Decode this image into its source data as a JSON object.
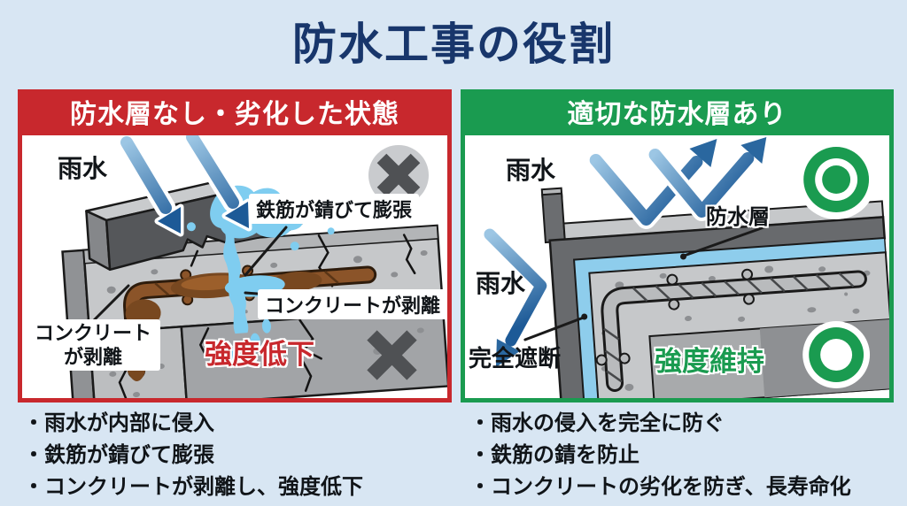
{
  "title": "防水工事の役割",
  "colors": {
    "background": "#d8e6f3",
    "title_navy": "#18366b",
    "bad_red": "#c8282d",
    "good_green": "#1a9b50",
    "water_blue": "#7fcdf0",
    "arrow_blue": "#1d5a97",
    "rust_brown": "#8b5429"
  },
  "left_panel": {
    "header": "防水層なし・劣化した状態",
    "labels": {
      "rain": "雨水",
      "rebar_rust": "鉄筋が錆びて膨張",
      "spall_right": "コンクリートが剥離",
      "spall_left_line1": "コンクリート",
      "spall_left_line2": "が剥離",
      "strength": "強度低下"
    },
    "icons": {
      "top_right": "x-circle-icon",
      "bottom_right": "x-icon"
    },
    "bullets": [
      "・雨水が内部に侵入",
      "・鉄筋が錆びて膨張",
      "・コンクリートが剥離し、強度低下"
    ]
  },
  "right_panel": {
    "header": "適切な防水層あり",
    "labels": {
      "rain_top": "雨水",
      "rain_left": "雨水",
      "waterproof_layer": "防水層",
      "block": "完全遮断",
      "strength": "強度維持"
    },
    "icons": {
      "top_right": "double-circle-icon",
      "bottom_right": "circle-icon"
    },
    "bullets": [
      "・雨水の侵入を完全に防ぐ",
      "・鉄筋の錆を防止",
      "・コンクリートの劣化を防ぎ、長寿命化"
    ]
  }
}
